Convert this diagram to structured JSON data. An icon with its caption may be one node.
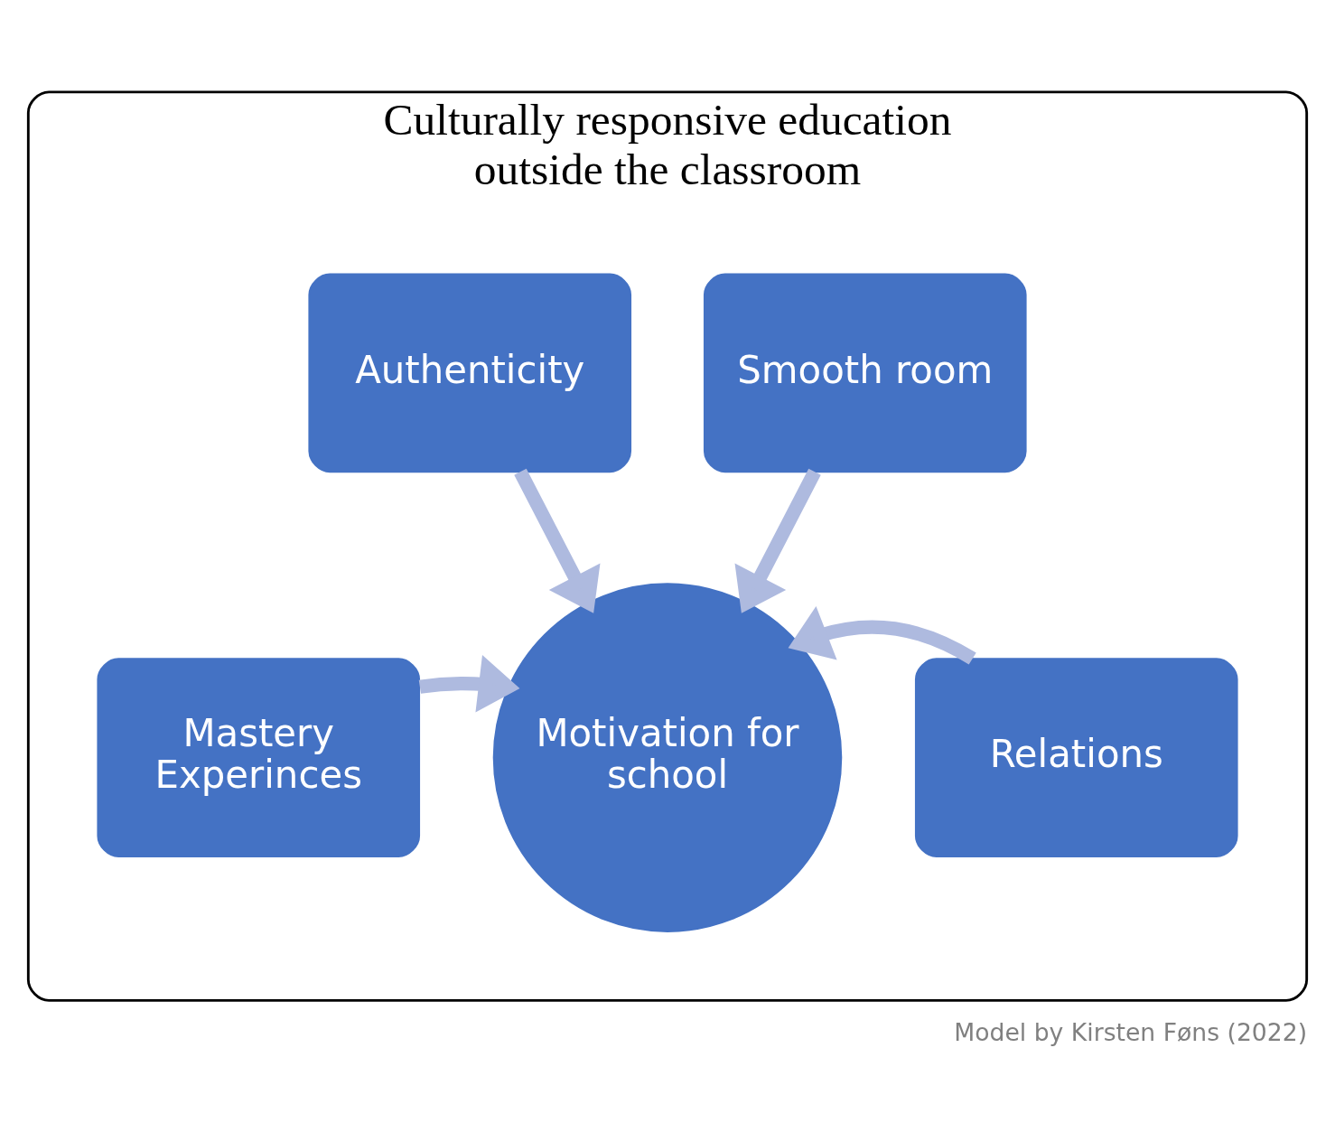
{
  "diagram": {
    "caption": "Model by Kirsten Føns (2022)",
    "nodes": [
      {
        "text": [
          "Culturally responsive education outside the classroom"
        ]
      },
      {
        "text": [
          "Authenticity"
        ],
        "in": 0
      },
      {
        "text": [
          "Smooth room"
        ],
        "in": 0
      },
      {
        "text": [
          "Mastery Experinces"
        ],
        "in": 0
      },
      {
        "text": [
          "Motivation for school"
        ],
        "in": 0
      },
      {
        "text": [
          "Relations"
        ],
        "in": 0
      }
    ],
    "edges": [
      {
        "from": 1,
        "to": 4,
        "arrow": "to"
      },
      {
        "from": 2,
        "to": 4,
        "arrow": "to"
      },
      {
        "from": 3,
        "to": 4,
        "arrow": "to"
      },
      {
        "from": 5,
        "to": 4,
        "arrow": "to"
      }
    ]
  }
}
